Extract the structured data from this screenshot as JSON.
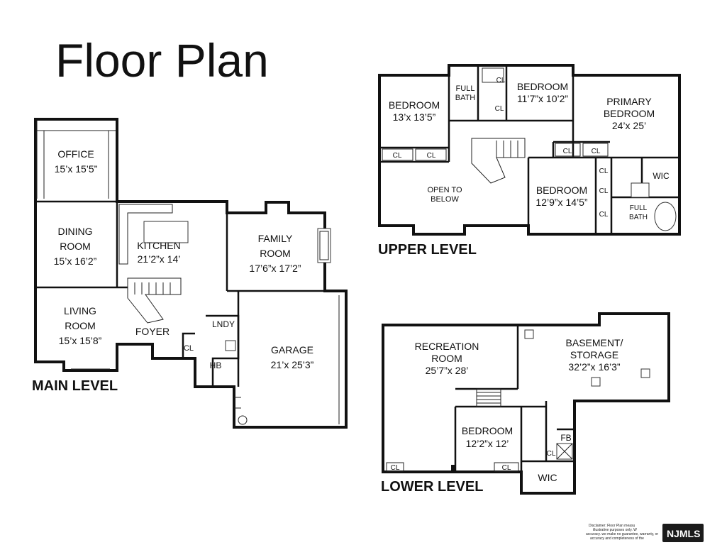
{
  "title": "Floor Plan",
  "levels": {
    "main": "MAIN LEVEL",
    "upper": "UPPER LEVEL",
    "lower": "LOWER LEVEL"
  },
  "main_rooms": {
    "office": {
      "name": "OFFICE",
      "size": "15’x 15’5”"
    },
    "dining": {
      "name1": "DINING",
      "name2": "ROOM",
      "size": "15’x 16’2”"
    },
    "kitchen": {
      "name": "KITCHEN",
      "size": "21’2”x 14’"
    },
    "family": {
      "name1": "FAMILY",
      "name2": "ROOM",
      "size": "17’6”x 17’2”"
    },
    "living": {
      "name1": "LIVING",
      "name2": "ROOM",
      "size": "15’x 15’8”"
    },
    "foyer": "FOYER",
    "lndy": "LNDY",
    "cl": "CL",
    "hb": "HB",
    "garage": {
      "name": "GARAGE",
      "size": "21’x 25’3”"
    }
  },
  "upper_rooms": {
    "bedroom1": {
      "name": "BEDROOM",
      "size": "13’x 13’5”"
    },
    "full_bath1": {
      "line1": "FULL",
      "line2": "BATH"
    },
    "bedroom2": {
      "name": "BEDROOM",
      "size": "11’7”x 10’2”"
    },
    "primary": {
      "line1": "PRIMARY",
      "line2": "BEDROOM",
      "size": "24’x 25’"
    },
    "open_below": {
      "line1": "OPEN TO",
      "line2": "BELOW"
    },
    "bedroom3": {
      "name": "BEDROOM",
      "size": "12’9”x 14’5”"
    },
    "wic": "WIC",
    "full_bath2": {
      "line1": "FULL",
      "line2": "BATH"
    },
    "cl": "CL"
  },
  "lower_rooms": {
    "recreation": {
      "line1": "RECREATION",
      "line2": "ROOM",
      "size": "25’7”x 28’"
    },
    "basement": {
      "line1": "BASEMENT/",
      "line2": "STORAGE",
      "size": "32’2”x 16’3”"
    },
    "bedroom": {
      "name": "BEDROOM",
      "size": "12’2”x 12’"
    },
    "fb": "FB",
    "cl": "CL",
    "wic": "WIC"
  },
  "disclaimer": {
    "line1": "Disclaimer: Floor Plan measu",
    "line2": "illustrative purposes only. W",
    "line3": "accuracy. we make no guarantee, warranty, or",
    "line4": "accuracy and completeness of the"
  },
  "brand": "NJMLS"
}
